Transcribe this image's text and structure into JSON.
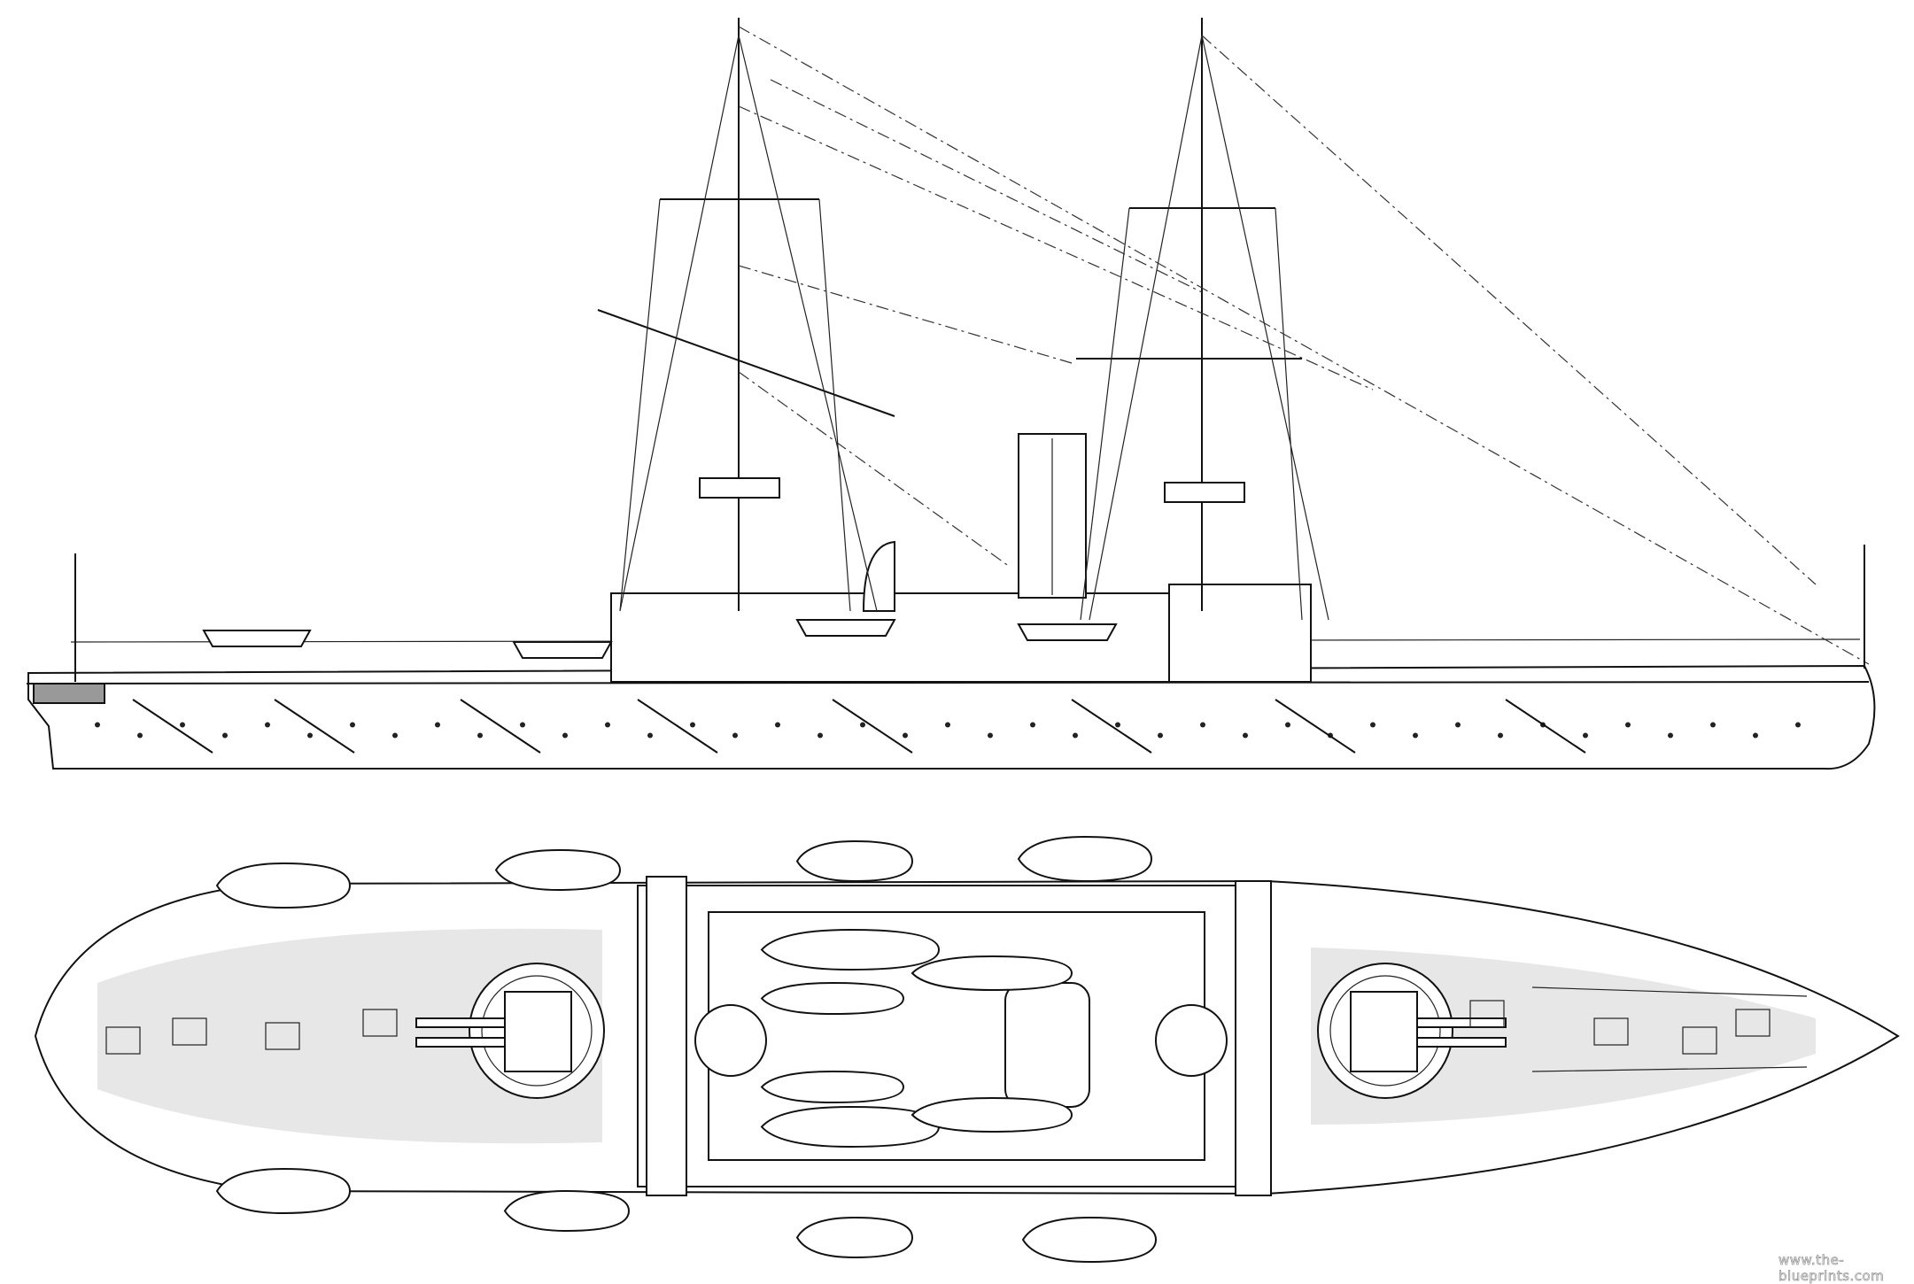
{
  "watermark": "www.the-blueprints.com",
  "views": [
    "side-profile",
    "top-plan"
  ],
  "colors": {
    "line": "#111111",
    "background": "#ffffff",
    "watermark": "#999999"
  }
}
